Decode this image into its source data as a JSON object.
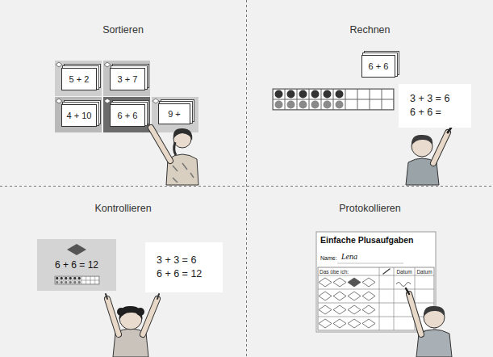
{
  "diagram": {
    "nodes": [
      {
        "text": [
          "Sortieren"
        ]
      },
      {
        "text": [
          "5 + 2"
        ],
        "in": 0
      },
      {
        "text": [
          "3 + 7"
        ],
        "in": 0
      },
      {
        "text": [
          "4 + 10"
        ],
        "in": 0
      },
      {
        "text": [
          "6 + 6"
        ],
        "in": 0
      },
      {
        "text": [
          "9 +"
        ],
        "in": 0
      },
      {
        "text": [
          "Rechnen"
        ]
      },
      {
        "text": [
          "6 + 6"
        ],
        "in": 6
      },
      {
        "text": [
          "3 + 3 = 6",
          "6 + 6 ="
        ],
        "in": 6
      },
      {
        "text": [
          "Kontrollieren"
        ]
      },
      {
        "text": [
          "6 + 6 = 12"
        ],
        "in": 9
      },
      {
        "text": [
          "3 + 3 = 6",
          "6 + 6 = 12"
        ],
        "in": 9
      },
      {
        "text": [
          "Protokollieren"
        ]
      },
      {
        "text": [
          "Einfache Plusaufgaben",
          "Name:",
          "Lena"
        ],
        "in": 12
      },
      {
        "text": [
          "Das übe ich:"
        ],
        "in": 13
      },
      {
        "text": [
          "Datum"
        ],
        "in": 13
      },
      {
        "text": [
          "Datum"
        ],
        "in": 13
      }
    ]
  }
}
